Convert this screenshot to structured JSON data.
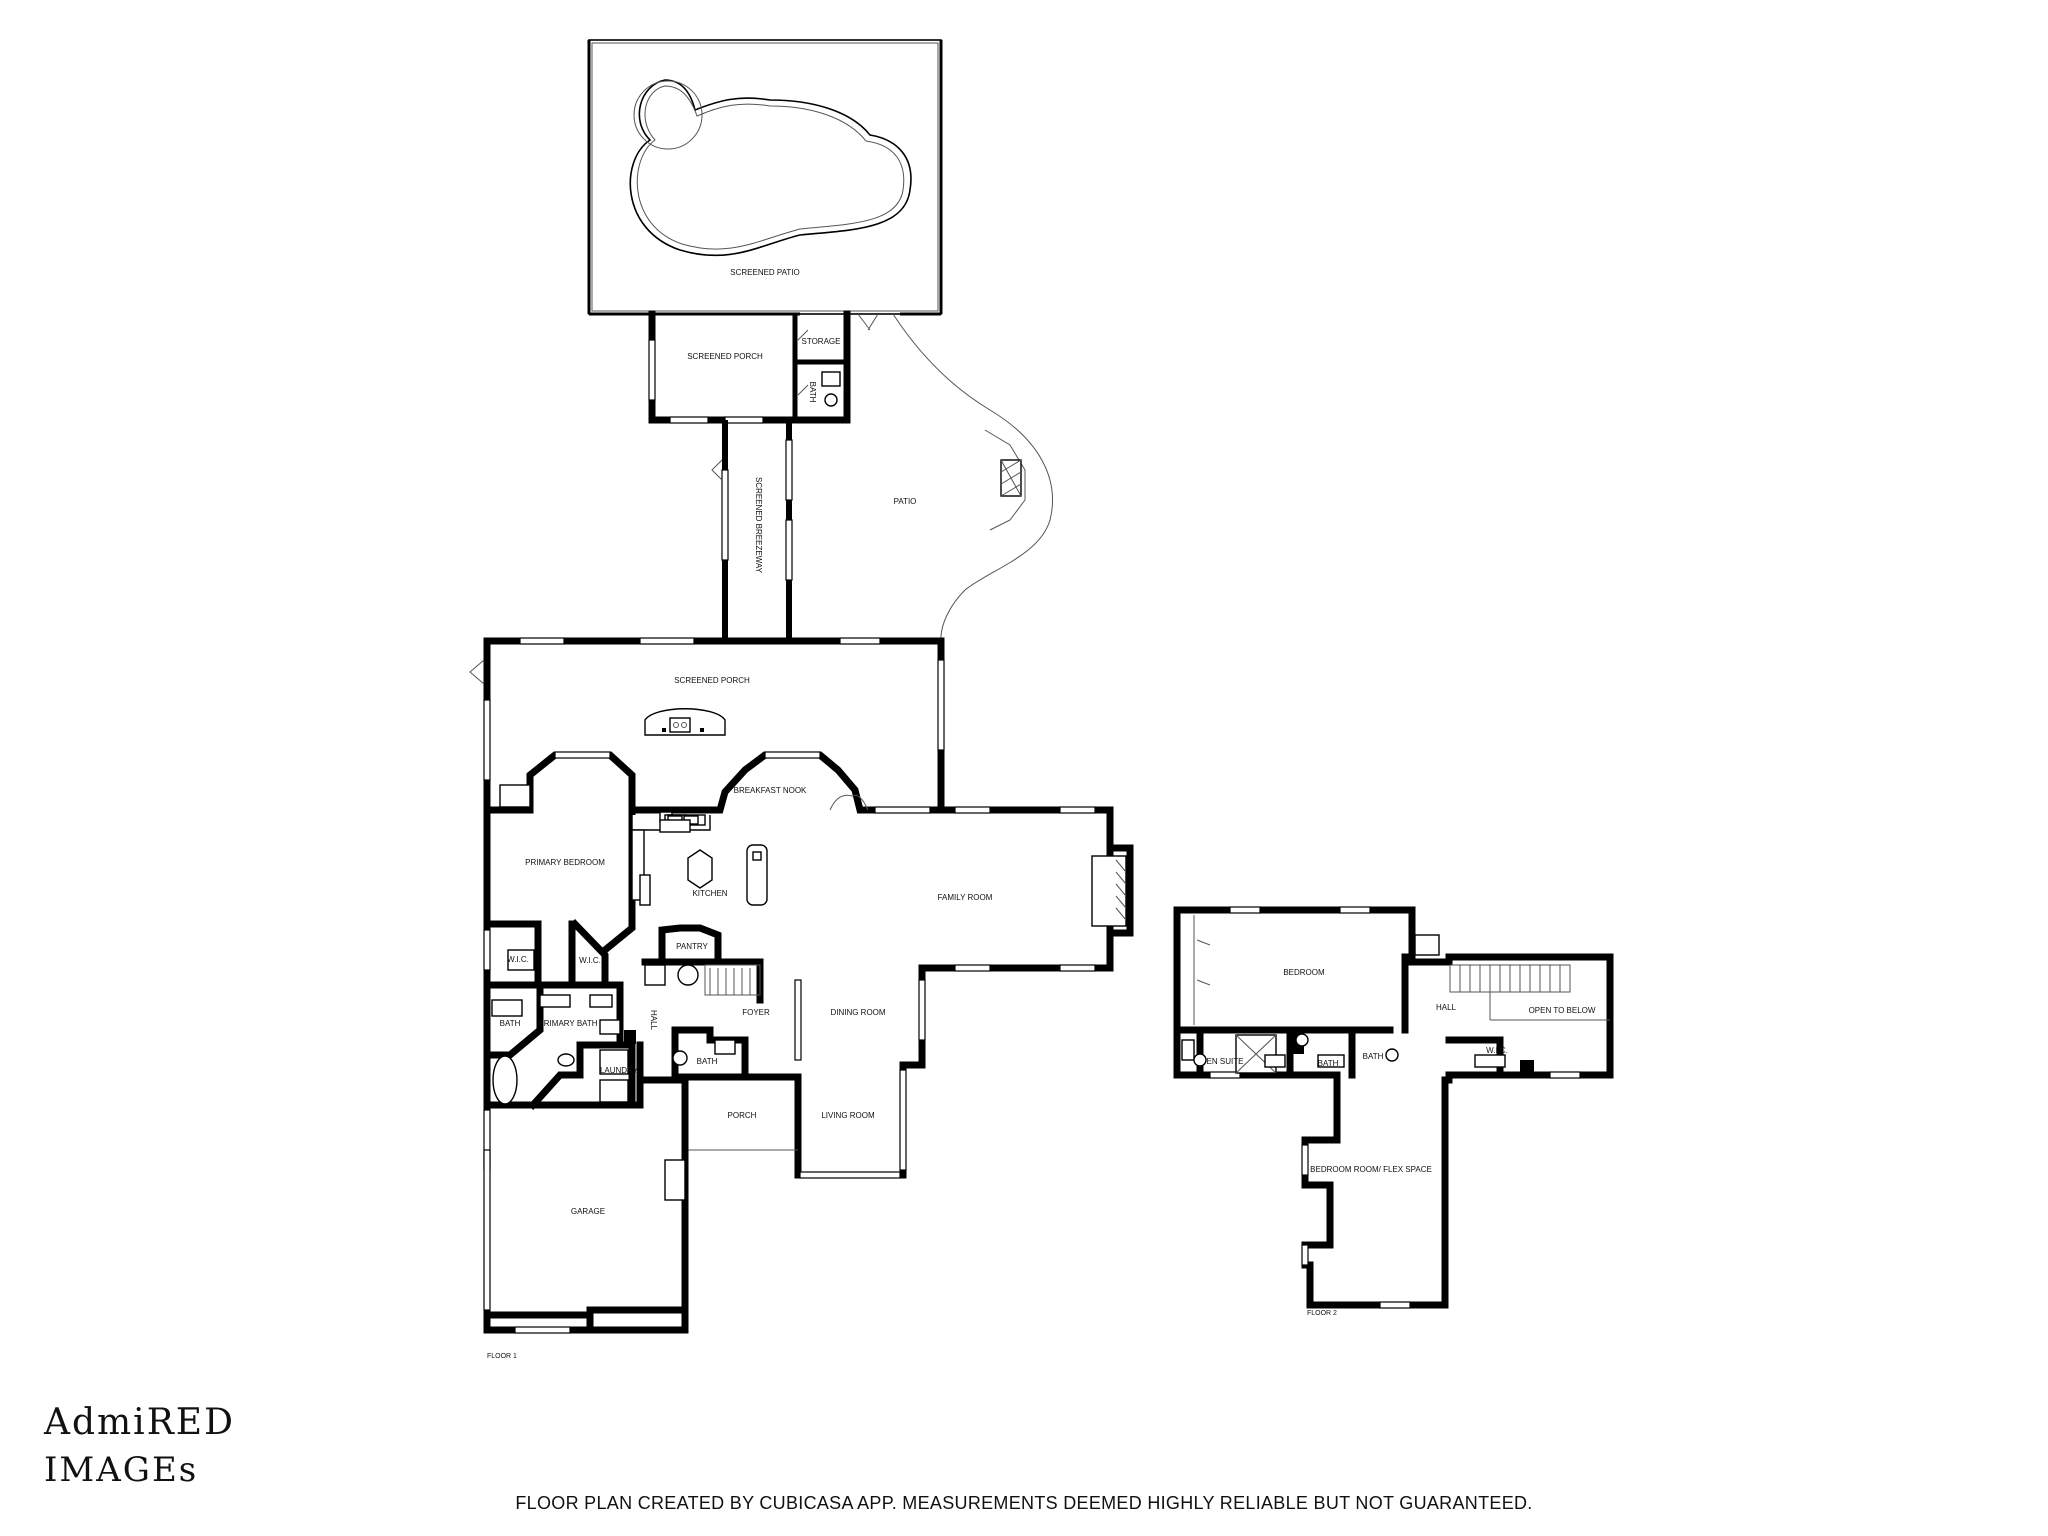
{
  "floor_1": {
    "label": "FLOOR 1",
    "rooms": {
      "screened_patio": "SCREENED PATIO",
      "screened_porch_top": "SCREENED PORCH",
      "storage": "STORAGE",
      "bath_porch": "BATH",
      "screened_breezeway": "SCREENED BREEZEWAY",
      "patio": "PATIO",
      "screened_porch_main": "SCREENED PORCH",
      "breakfast_nook": "BREAKFAST NOOK",
      "primary_bedroom": "PRIMARY BEDROOM",
      "kitchen": "KITCHEN",
      "family_room": "FAMILY ROOM",
      "wic_left": "W.I.C.",
      "wic_right": "W.I.C.",
      "pantry": "PANTRY",
      "bath_primary_side": "BATH",
      "primary_bath": "PRIMARY BATH",
      "hall": "HALL",
      "foyer": "FOYER",
      "dining_room": "DINING ROOM",
      "laundry": "LAUNDRY",
      "bath_foyer": "BATH",
      "porch": "PORCH",
      "living_room": "LIVING ROOM",
      "garage": "GARAGE"
    }
  },
  "floor_2": {
    "label": "FLOOR 2",
    "rooms": {
      "bedroom": "BEDROOM",
      "hall": "HALL",
      "open_to_below": "OPEN TO BELOW",
      "en_suite": "EN SUITE",
      "bath_a": "BATH",
      "bath_b": "BATH",
      "wic": "W.I.C.",
      "bedroom_flex": "BEDROOM ROOM/ FLEX SPACE"
    }
  },
  "logo": {
    "line1": "AdmiRED",
    "line2": "IMAGEs"
  },
  "disclaimer": "FLOOR PLAN CREATED BY CUBICASA APP. MEASUREMENTS DEEMED HIGHLY RELIABLE BUT NOT GUARANTEED."
}
